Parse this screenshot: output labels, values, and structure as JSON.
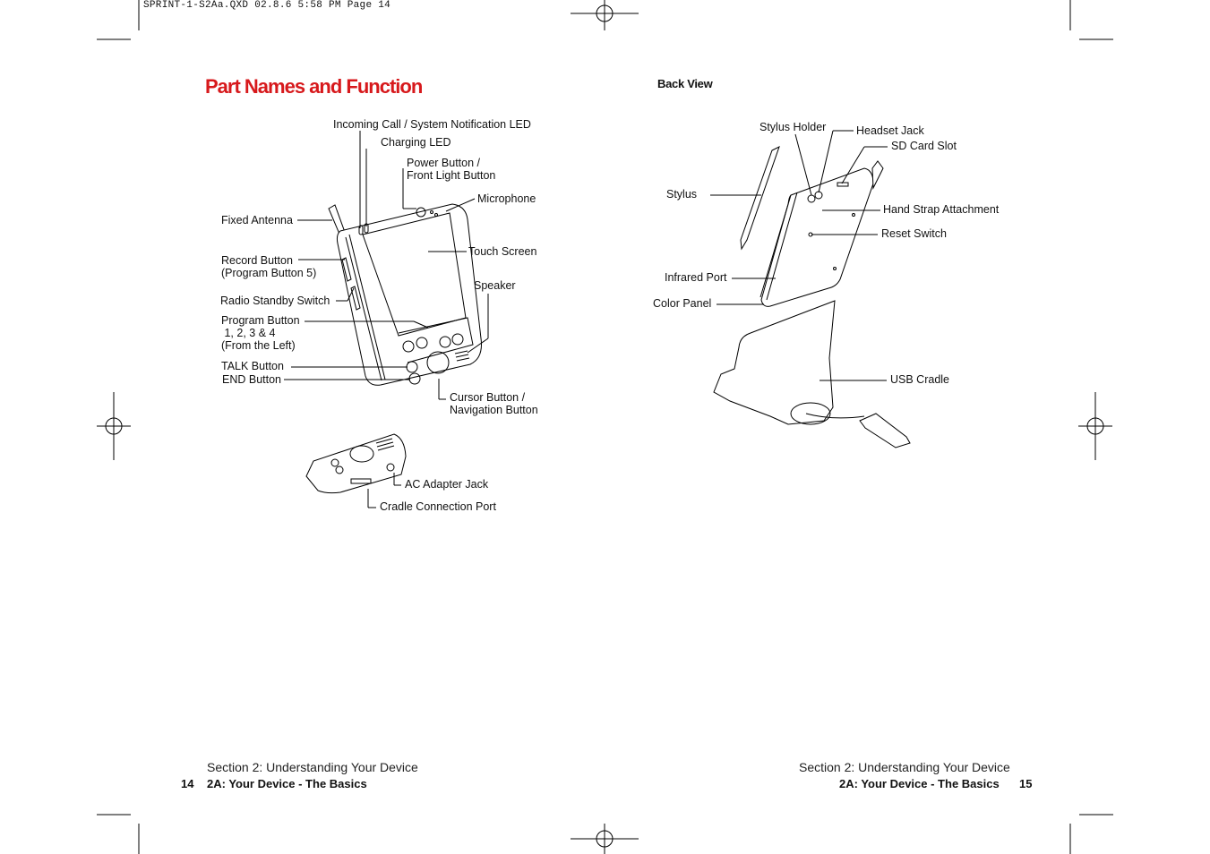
{
  "header": {
    "slug": "SPRINT-1-S2Aa.QXD  02.8.6  5:58 PM  Page 14"
  },
  "left_page": {
    "title": "Part Names and Function",
    "labels": {
      "incoming_call_led": "Incoming Call / System Notification LED",
      "charging_led": "Charging LED",
      "power_button": "Power Button /\nFront Light Button",
      "microphone": "Microphone",
      "fixed_antenna": "Fixed Antenna",
      "touch_screen": "Touch Screen",
      "record_button": "Record Button\n(Program Button 5)",
      "speaker": "Speaker",
      "radio_standby": "Radio Standby Switch",
      "program_button": "Program Button\n 1, 2, 3 & 4\n(From the Left)",
      "talk_button": "TALK Button",
      "end_button": "END Button",
      "cursor_button": "Cursor Button /\nNavigation Button",
      "ac_adapter": "AC Adapter Jack",
      "cradle_port": "Cradle Connection Port"
    },
    "footer": {
      "section": "Section 2: Understanding Your Device",
      "page": "14",
      "chapter": "2A: Your Device - The Basics"
    }
  },
  "right_page": {
    "subtitle": "Back View",
    "labels": {
      "stylus_holder": "Stylus Holder",
      "headset_jack": "Headset Jack",
      "sd_card": "SD Card Slot",
      "stylus": "Stylus",
      "hand_strap": "Hand Strap Attachment",
      "reset_switch": "Reset Switch",
      "infrared_port": "Infrared Port",
      "color_panel": "Color Panel",
      "usb_cradle": "USB Cradle"
    },
    "footer": {
      "section": "Section 2: Understanding Your Device",
      "page": "15",
      "chapter": "2A: Your Device - The Basics"
    }
  }
}
